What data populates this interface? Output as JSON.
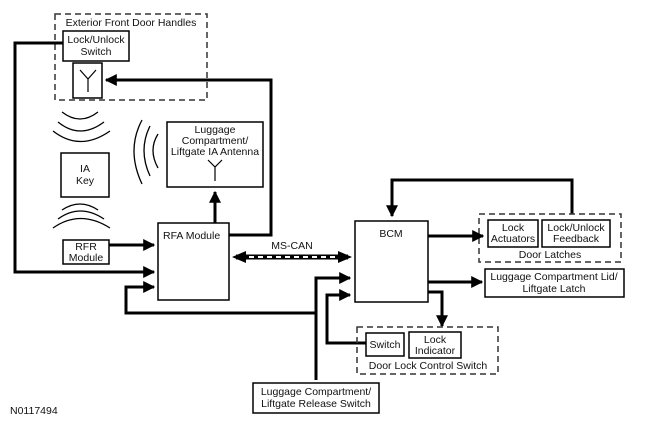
{
  "diagram": {
    "figure_id": "N0117494",
    "groups": {
      "exterior_front_door_handles": "Exterior Front Door Handles",
      "door_latches": "Door Latches",
      "door_lock_control_switch": "Door Lock Control Switch"
    },
    "components": {
      "lock_unlock_switch": [
        "Lock/Unlock",
        "Switch"
      ],
      "ia_key": [
        "IA",
        "Key"
      ],
      "luggage_antenna": [
        "Luggage",
        "Compartment/",
        "Liftgate IA Antenna"
      ],
      "rfr_module": [
        "RFR",
        "Module"
      ],
      "rfa_module": "RFA Module",
      "bcm": "BCM",
      "lock_actuators": [
        "Lock",
        "Actuators"
      ],
      "lock_unlock_feedback": [
        "Lock/Unlock",
        "Feedback"
      ],
      "luggage_lid_latch": [
        "Luggage Compartment Lid/",
        "Liftgate Latch"
      ],
      "switch": "Switch",
      "lock_indicator": [
        "Lock",
        "Indicator"
      ],
      "luggage_release_switch": [
        "Luggage Compartment/",
        "Liftgate Release Switch"
      ]
    },
    "bus_label": "MS-CAN"
  }
}
